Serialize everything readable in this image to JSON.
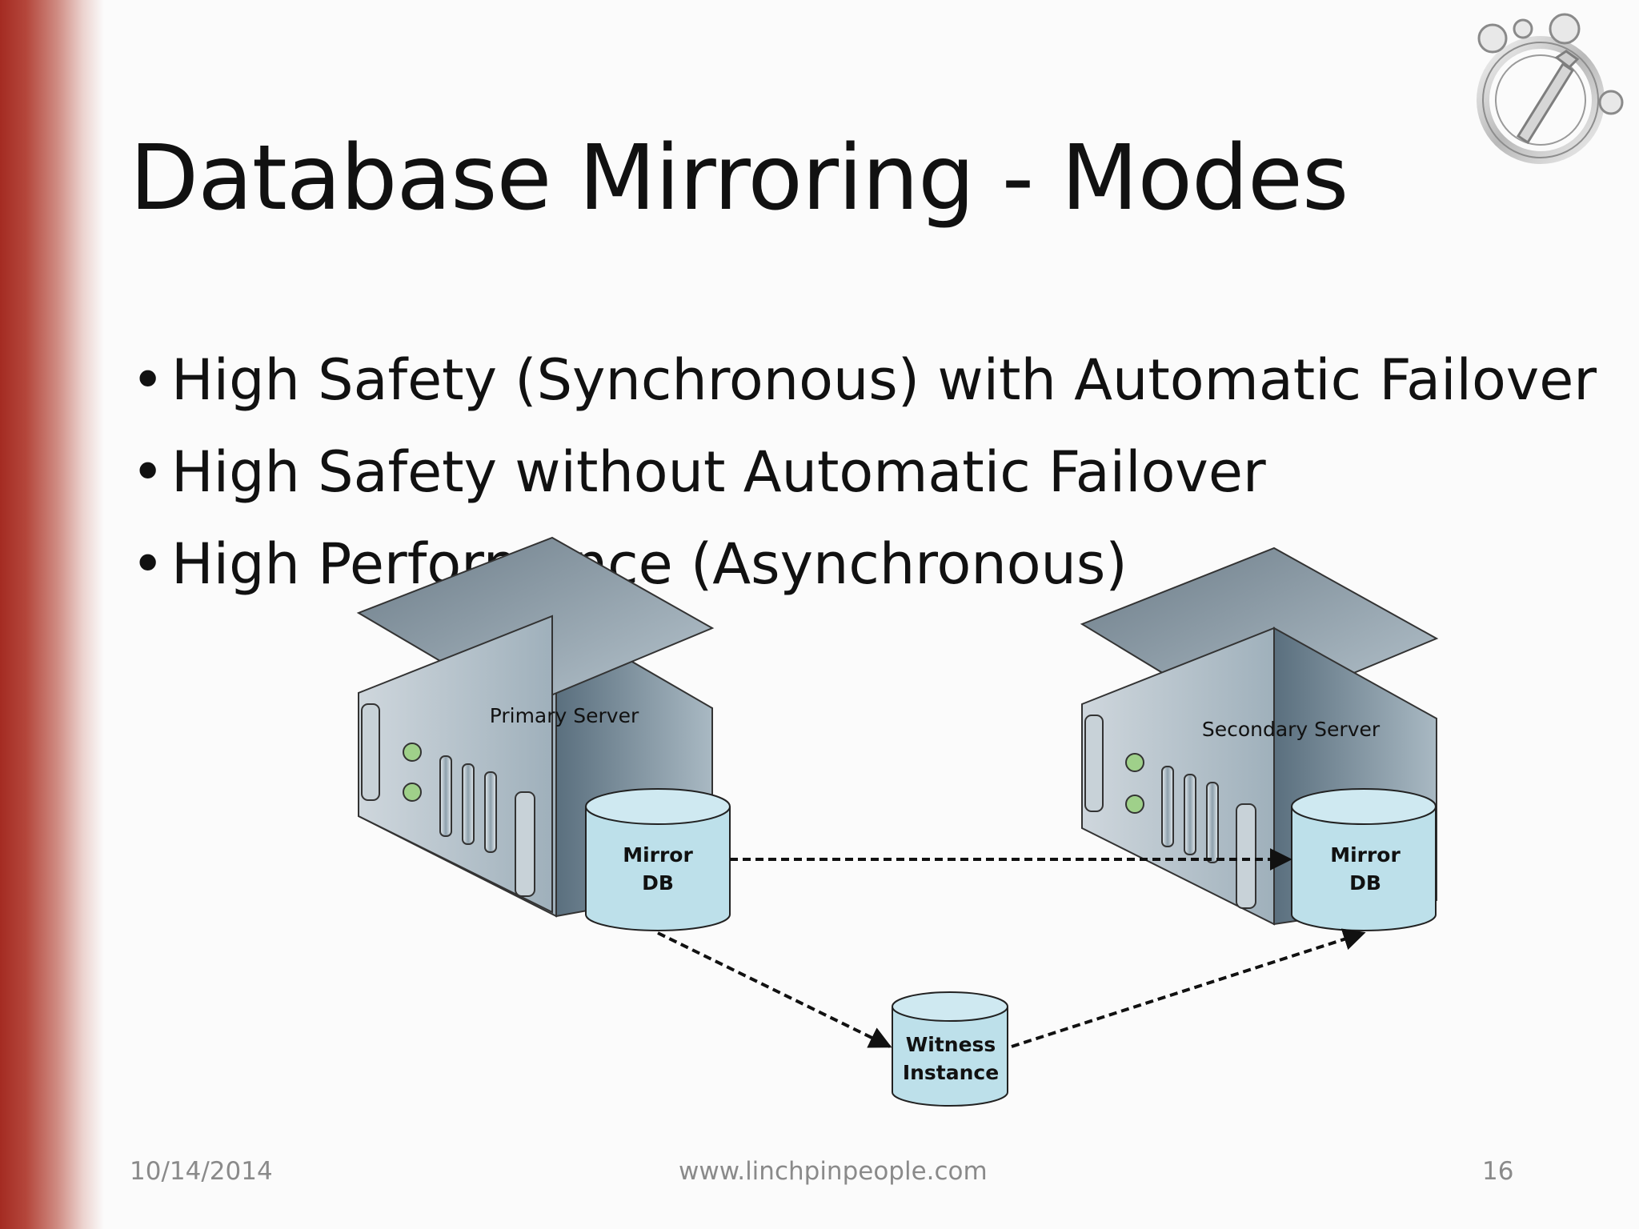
{
  "slide": {
    "title": "Database Mirroring - Modes",
    "bullets": [
      "High Safety (Synchronous) with Automatic Failover",
      "High Safety without Automatic Failover",
      "High Performance (Asynchronous)"
    ],
    "bullet_symbol": "•",
    "accent_color": "#a42b22"
  },
  "diagram": {
    "primary_server": {
      "label": "Primary Server",
      "db_line1": "Mirror",
      "db_line2": "DB"
    },
    "secondary_server": {
      "label": "Secondary Server",
      "db_line1": "Mirror",
      "db_line2": "DB"
    },
    "witness": {
      "line1": "Witness",
      "line2": "Instance"
    },
    "db_color": "#bde0ea"
  },
  "footer": {
    "date": "10/14/2014",
    "url": "www.linchpinpeople.com",
    "page": "16"
  },
  "logo": {
    "icon": "linchpin-logo-icon"
  }
}
